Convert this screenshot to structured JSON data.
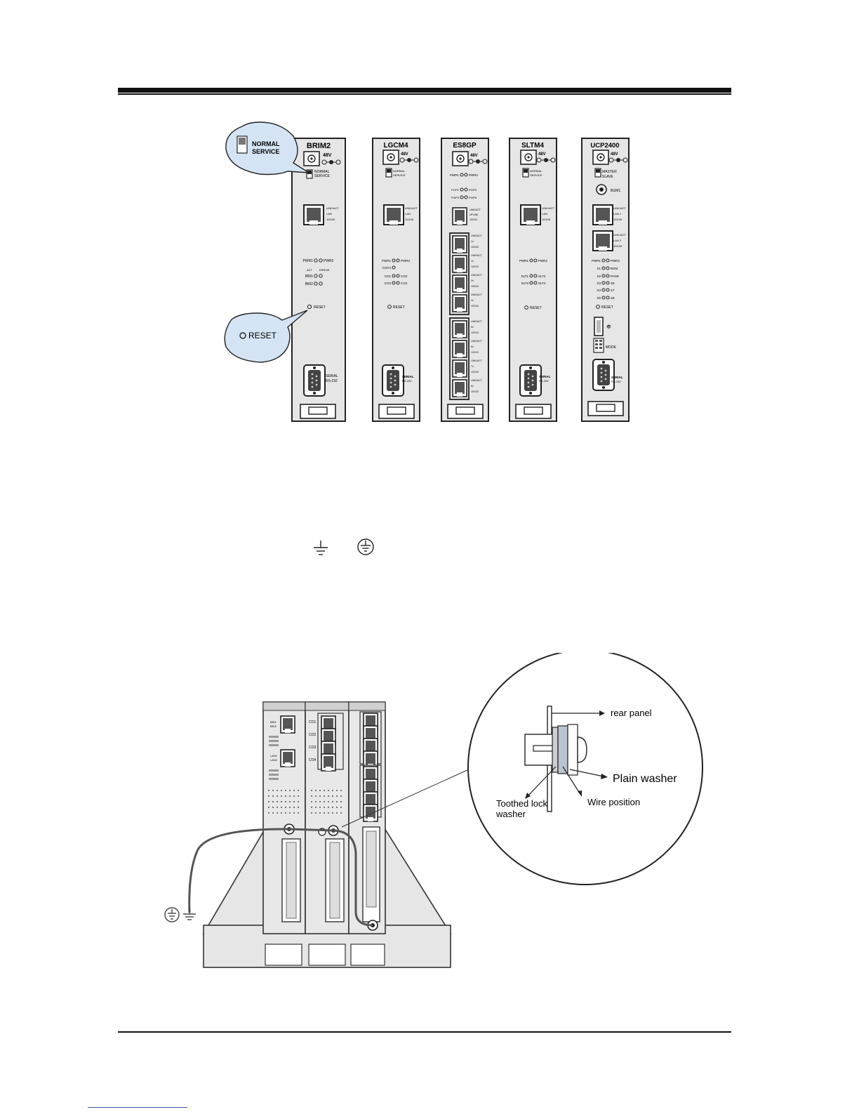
{
  "boards": [
    {
      "name": "BRIM2",
      "power": "48V",
      "switch": [
        "NORMAL",
        "SERVICE"
      ],
      "lan": [
        "LINK/ACT",
        "LAN",
        "10/100"
      ],
      "leds": [
        [
          "PWR1",
          "PWR2"
        ]
      ],
      "act_error": [
        "ACT",
        "ERROR"
      ],
      "bri": [
        "BRI1",
        "BRI2"
      ],
      "reset": "RESET",
      "serial": [
        "SERIAL",
        "RS-232"
      ]
    },
    {
      "name": "LGCM4",
      "power": "48V",
      "switch": [
        "NORMAL",
        "SERVICE"
      ],
      "lan": [
        "LINK/ACT",
        "LAN",
        "10/100"
      ],
      "leds": [
        [
          "PWR1",
          "PWR2"
        ],
        [
          "CO/AI",
          ""
        ],
        [
          "CO1",
          "CO2"
        ],
        [
          "CO3",
          "CO4"
        ]
      ],
      "reset": "RESET",
      "serial": [
        "SERIAL",
        "RS-232"
      ]
    },
    {
      "name": "ES8GP",
      "power": "48V",
      "leds": [
        [
          "PWR1",
          "PWR2"
        ],
        [
          "P1/P1",
          "P2/P5"
        ],
        [
          "P3/P3",
          "P4/P6"
        ]
      ],
      "ports": [
        [
          "LINK/ACT",
          "UPLINK",
          "10/100"
        ],
        [
          "LINK/ACT",
          "1x",
          "10/100"
        ],
        [
          "LINK/ACT",
          "2x",
          "10/100"
        ],
        [
          "LINK/ACT",
          "3x",
          "10/100"
        ],
        [
          "LINK/ACT",
          "4x",
          "10/100"
        ],
        [
          "LINK/ACT",
          "5x",
          "10/100"
        ],
        [
          "LINK/ACT",
          "6x",
          "10/100"
        ],
        [
          "LINK/ACT",
          "7x",
          "10/100"
        ],
        [
          "LINK/ACT",
          "8x",
          "10/100"
        ]
      ]
    },
    {
      "name": "SLTM4",
      "power": "48V",
      "switch": [
        "NORMAL",
        "SERVICE"
      ],
      "lan": [
        "LINK/ACT",
        "LAN",
        "10/100"
      ],
      "leds": [
        [
          "PWR1",
          "PWR2"
        ],
        [
          "SLT1",
          "SLT2"
        ],
        [
          "SLT3",
          "SLT4"
        ]
      ],
      "reset": "RESET",
      "serial": [
        "SERIAL",
        "RS-232"
      ]
    },
    {
      "name": "UCP2400",
      "power": "48V",
      "switch": [
        "MASTER",
        "SLAVE"
      ],
      "bgm": "BGM1",
      "lan1": [
        "LINK/ACT",
        "LAN 1",
        "10/100"
      ],
      "lan2": [
        "LINK/ACT",
        "LAN 2",
        "10/100"
      ],
      "leds": [
        [
          "PWR1",
          "PWR2"
        ],
        [
          "S1",
          "BGM"
        ],
        [
          "S2",
          "PAGE"
        ],
        [
          "S3",
          "S6"
        ],
        [
          "S4",
          "S7"
        ],
        [
          "S5",
          "S8"
        ]
      ],
      "reset": "RESET",
      "mode": "MODE",
      "serial": [
        "SERIAL",
        "RS-232"
      ]
    }
  ],
  "callouts": {
    "switch": [
      "NORMAL",
      "SERVICE"
    ],
    "reset": "RESET"
  },
  "chassis": {
    "slot1_labels": [
      "BRI1",
      "BRI2",
      "LAN1",
      "LAN2"
    ],
    "slot2_labels": [
      "CO1",
      "CO2",
      "CO3",
      "CO4"
    ]
  },
  "detail": {
    "rear_panel": "rear panel",
    "plain_washer": "Plain washer",
    "toothed_lock": "Toothed lock",
    "washer": "washer",
    "wire_position": "Wire position"
  }
}
